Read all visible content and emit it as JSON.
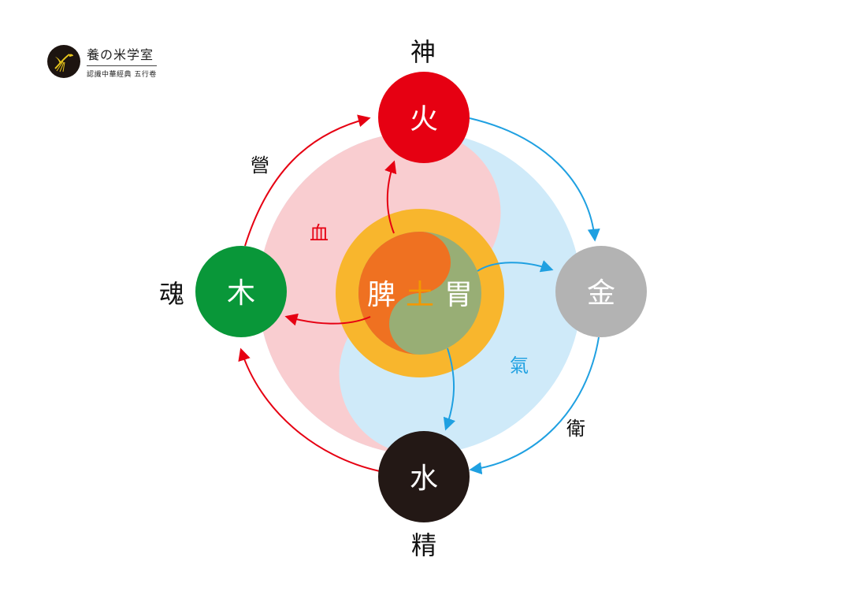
{
  "logo": {
    "title": "養の米学室",
    "subtitle": "認識中華經典 五行卷"
  },
  "elements": {
    "fire": "火",
    "wood": "木",
    "metal": "金",
    "water": "水",
    "earth": "土",
    "spleen": "脾",
    "stomach": "胃"
  },
  "spirits": {
    "shen": "神",
    "hun": "魂",
    "jing": "精"
  },
  "flows": {
    "ying": "營",
    "wei": "衛",
    "xue": "血",
    "qi": "氣"
  },
  "colors": {
    "fire": "#e60012",
    "wood": "#099739",
    "metal": "#b3b3b3",
    "water": "#231815",
    "earth_ring": "#f8b62d",
    "spleen": "#ef7121",
    "stomach": "#98ae75",
    "earth_text": "#f39800",
    "pink": "#f9cdd0",
    "blue": "#cfeaf9",
    "red_arrow": "#e60012",
    "blue_arrow": "#1fa0e1"
  }
}
